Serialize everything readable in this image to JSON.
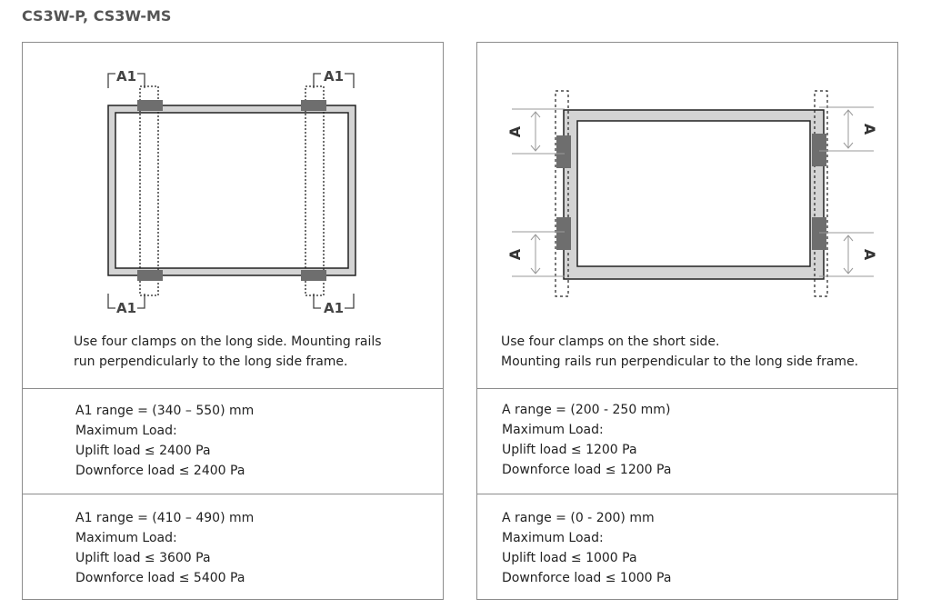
{
  "heading": "CS3W-P, CS3W-MS",
  "labels": {
    "a1": "A1",
    "a": "A"
  },
  "left": {
    "description": [
      "Use four clamps on the long side. Mounting rails",
      "run perpendicularly to the long side frame."
    ],
    "specs": [
      [
        "A1 range = (340 – 550) mm",
        "Maximum Load:",
        "Uplift load ≤ 2400 Pa",
        "Downforce load ≤ 2400 Pa"
      ],
      [
        "A1 range = (410 – 490) mm",
        "Maximum Load:",
        "Uplift load ≤ 3600 Pa",
        "Downforce load ≤ 5400 Pa"
      ]
    ]
  },
  "right": {
    "description": [
      "Use four clamps on the short side.",
      "Mounting rails run perpendicular to the long side frame."
    ],
    "specs": [
      [
        "A range = (200 - 250 mm)",
        "Maximum Load:",
        "Uplift load ≤ 1200 Pa",
        "Downforce load ≤ 1200 Pa"
      ],
      [
        "A range = (0 - 200) mm",
        "Maximum Load:",
        "Uplift load ≤ 1000 Pa",
        "Downforce load ≤ 1000 Pa"
      ]
    ]
  },
  "colors": {
    "frame": "#d4d4d4",
    "clamp": "#6e6e6e",
    "border": "#8c8c8c",
    "text": "#222222"
  }
}
